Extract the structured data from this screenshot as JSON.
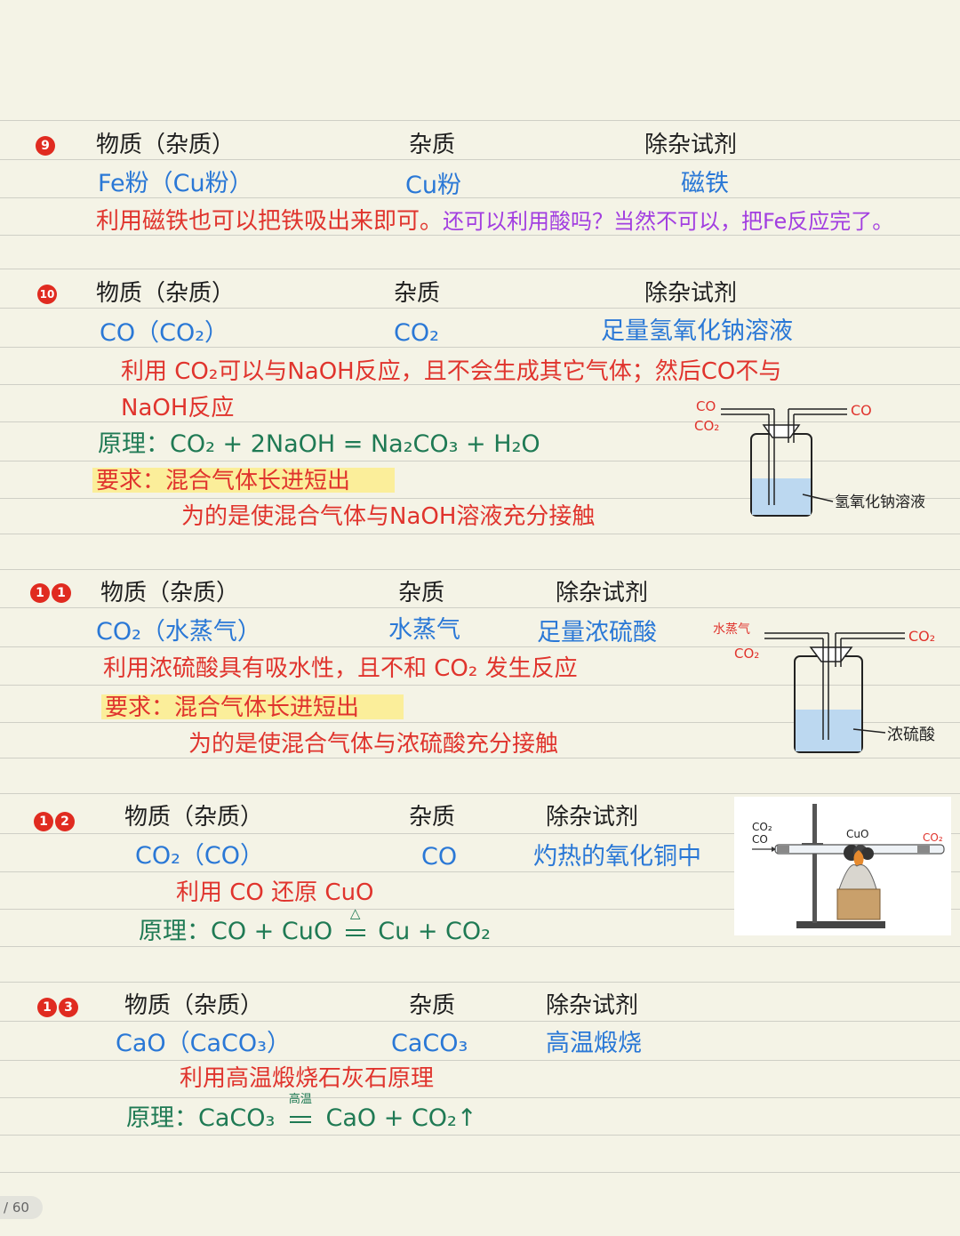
{
  "sec9": {
    "num": "9",
    "h1": "物质（杂质）",
    "h2": "杂质",
    "h3": "除杂试剂",
    "v1": "Fe粉（Cu粉）",
    "v2": "Cu粉",
    "v3": "磁铁",
    "note_red": "利用磁铁也可以把铁吸出来即可。",
    "note_purple": "还可以利用酸吗？当然不可以，把Fe反应完了。"
  },
  "sec10": {
    "num": "10",
    "h1": "物质（杂质）",
    "h2": "杂质",
    "h3": "除杂试剂",
    "v1": "CO（CO₂）",
    "v2": "CO₂",
    "v3": "足量氢氧化钠溶液",
    "note1": "利用 CO₂可以与NaOH反应，且不会生成其它气体；然后CO不与",
    "note2": "NaOH反应",
    "principle": "原理：CO₂ + 2NaOH = Na₂CO₃ + H₂O",
    "req": "要求：混合气体长进短出",
    "purpose": "为的是使混合气体与NaOH溶液充分接触",
    "fig": {
      "in1": "CO",
      "in2": "CO₂",
      "out": "CO",
      "liquid": "氢氧化钠溶液"
    }
  },
  "sec11": {
    "num": "11",
    "h1": "物质（杂质）",
    "h2": "杂质",
    "h3": "除杂试剂",
    "v1": "CO₂（水蒸气）",
    "v2": "水蒸气",
    "v3": "足量浓硫酸",
    "note": "利用浓硫酸具有吸水性，且不和 CO₂ 发生反应",
    "req": "要求：混合气体长进短出",
    "purpose": "为的是使混合气体与浓硫酸充分接触",
    "fig": {
      "in1": "水蒸气",
      "in2": "CO₂",
      "out": "CO₂",
      "liquid": "浓硫酸"
    }
  },
  "sec12": {
    "num": "12",
    "h1": "物质（杂质）",
    "h2": "杂质",
    "h3": "除杂试剂",
    "v1": "CO₂（CO）",
    "v2": "CO",
    "v3": "灼热的氧化铜中",
    "note": "利用 CO 还原 CuO",
    "principle_left": "原理：CO + CuO",
    "cond": "△",
    "principle_right": "Cu + CO₂",
    "fig": {
      "in1": "CO₂",
      "in2": "CO",
      "cuo": "CuO",
      "out": "CO₂"
    }
  },
  "sec13": {
    "num": "13",
    "h1": "物质（杂质）",
    "h2": "杂质",
    "h3": "除杂试剂",
    "v1": "CaO（CaCO₃）",
    "v2": "CaCO₃",
    "v3": "高温煅烧",
    "note": "利用高温煅烧石灰石原理",
    "principle_left": "原理：CaCO₃",
    "cond": "高温",
    "principle_right": "CaO + CO₂↑"
  },
  "page": "/ 60"
}
